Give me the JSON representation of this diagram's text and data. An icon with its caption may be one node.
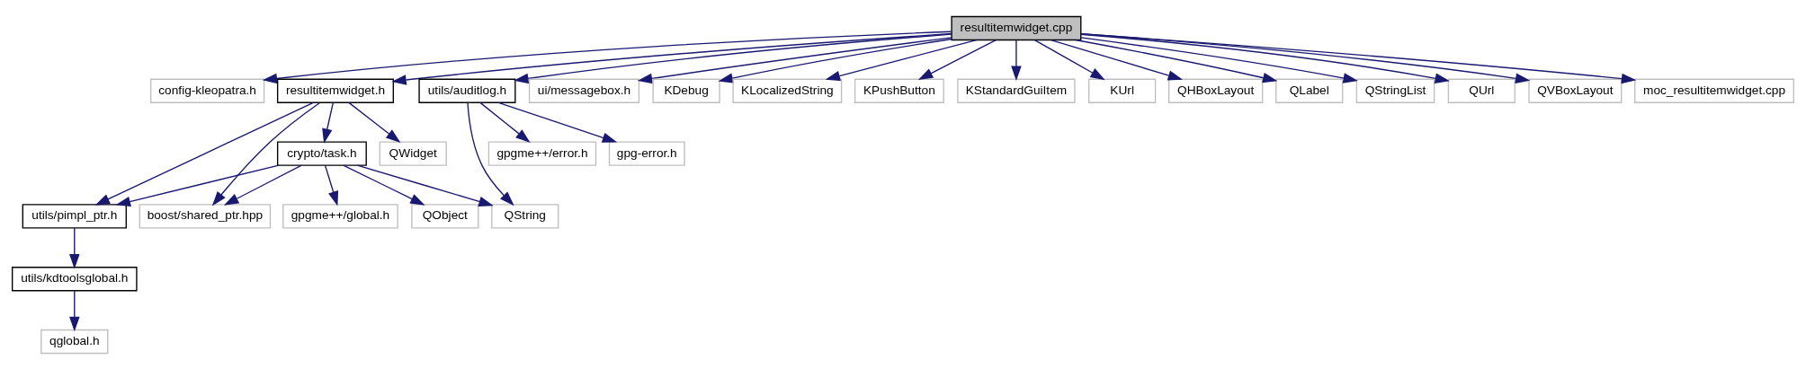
{
  "diagram": {
    "nodes": [
      {
        "text": [
          "resultitemwidget.cpp"
        ]
      },
      {
        "text": [
          "config-kleopatra.h"
        ]
      },
      {
        "text": [
          "resultitemwidget.h"
        ]
      },
      {
        "text": [
          "utils/auditlog.h"
        ]
      },
      {
        "text": [
          "ui/messagebox.h"
        ]
      },
      {
        "text": [
          "KDebug"
        ]
      },
      {
        "text": [
          "KLocalizedString"
        ]
      },
      {
        "text": [
          "KPushButton"
        ]
      },
      {
        "text": [
          "KStandardGuiItem"
        ]
      },
      {
        "text": [
          "KUrl"
        ]
      },
      {
        "text": [
          "QHBoxLayout"
        ]
      },
      {
        "text": [
          "QLabel"
        ]
      },
      {
        "text": [
          "QStringList"
        ]
      },
      {
        "text": [
          "QUrl"
        ]
      },
      {
        "text": [
          "QVBoxLayout"
        ]
      },
      {
        "text": [
          "moc_resultitemwidget.cpp"
        ]
      },
      {
        "text": [
          "QWidget"
        ]
      },
      {
        "text": [
          "crypto/task.h"
        ]
      },
      {
        "text": [
          "gpgme++/error.h"
        ]
      },
      {
        "text": [
          "gpg-error.h"
        ]
      },
      {
        "text": [
          "utils/pimpl_ptr.h"
        ]
      },
      {
        "text": [
          "QObject"
        ]
      },
      {
        "text": [
          "gpgme++/global.h"
        ]
      },
      {
        "text": [
          "boost/shared_ptr.hpp"
        ]
      },
      {
        "text": [
          "QString"
        ]
      },
      {
        "text": [
          "utils/kdtoolsglobal.h"
        ]
      },
      {
        "text": [
          "qglobal.h"
        ]
      }
    ],
    "edges": [
      {
        "from": 0,
        "to": 1,
        "arrow": "to"
      },
      {
        "from": 0,
        "to": 2,
        "arrow": "to"
      },
      {
        "from": 0,
        "to": 3,
        "arrow": "to"
      },
      {
        "from": 0,
        "to": 4,
        "arrow": "to"
      },
      {
        "from": 0,
        "to": 5,
        "arrow": "to"
      },
      {
        "from": 0,
        "to": 6,
        "arrow": "to"
      },
      {
        "from": 0,
        "to": 7,
        "arrow": "to"
      },
      {
        "from": 0,
        "to": 8,
        "arrow": "to"
      },
      {
        "from": 0,
        "to": 9,
        "arrow": "to"
      },
      {
        "from": 0,
        "to": 10,
        "arrow": "to"
      },
      {
        "from": 0,
        "to": 11,
        "arrow": "to"
      },
      {
        "from": 0,
        "to": 12,
        "arrow": "to"
      },
      {
        "from": 0,
        "to": 13,
        "arrow": "to"
      },
      {
        "from": 0,
        "to": 14,
        "arrow": "to"
      },
      {
        "from": 0,
        "to": 15,
        "arrow": "to"
      },
      {
        "from": 2,
        "to": 16,
        "arrow": "to"
      },
      {
        "from": 2,
        "to": 20,
        "arrow": "to"
      },
      {
        "from": 2,
        "to": 17,
        "arrow": "to"
      },
      {
        "from": 2,
        "to": 23,
        "arrow": "to"
      },
      {
        "from": 3,
        "to": 24,
        "arrow": "to"
      },
      {
        "from": 3,
        "to": 18,
        "arrow": "to"
      },
      {
        "from": 3,
        "to": 19,
        "arrow": "to"
      },
      {
        "from": 17,
        "to": 20,
        "arrow": "to"
      },
      {
        "from": 17,
        "to": 21,
        "arrow": "to"
      },
      {
        "from": 17,
        "to": 22,
        "arrow": "to"
      },
      {
        "from": 17,
        "to": 23,
        "arrow": "to"
      },
      {
        "from": 17,
        "to": 24,
        "arrow": "to"
      },
      {
        "from": 20,
        "to": 25,
        "arrow": "to"
      },
      {
        "from": 25,
        "to": 26,
        "arrow": "to"
      }
    ]
  }
}
